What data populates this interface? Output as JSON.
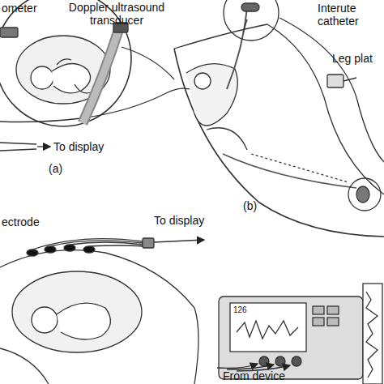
{
  "diagram": {
    "labels": [
      "ometer",
      "Doppler ultrasound transducer",
      "To display",
      "(a)",
      "Interute catheter",
      "Leg plat",
      "(b)",
      "ectrode",
      "To display",
      "126",
      "From device"
    ]
  }
}
